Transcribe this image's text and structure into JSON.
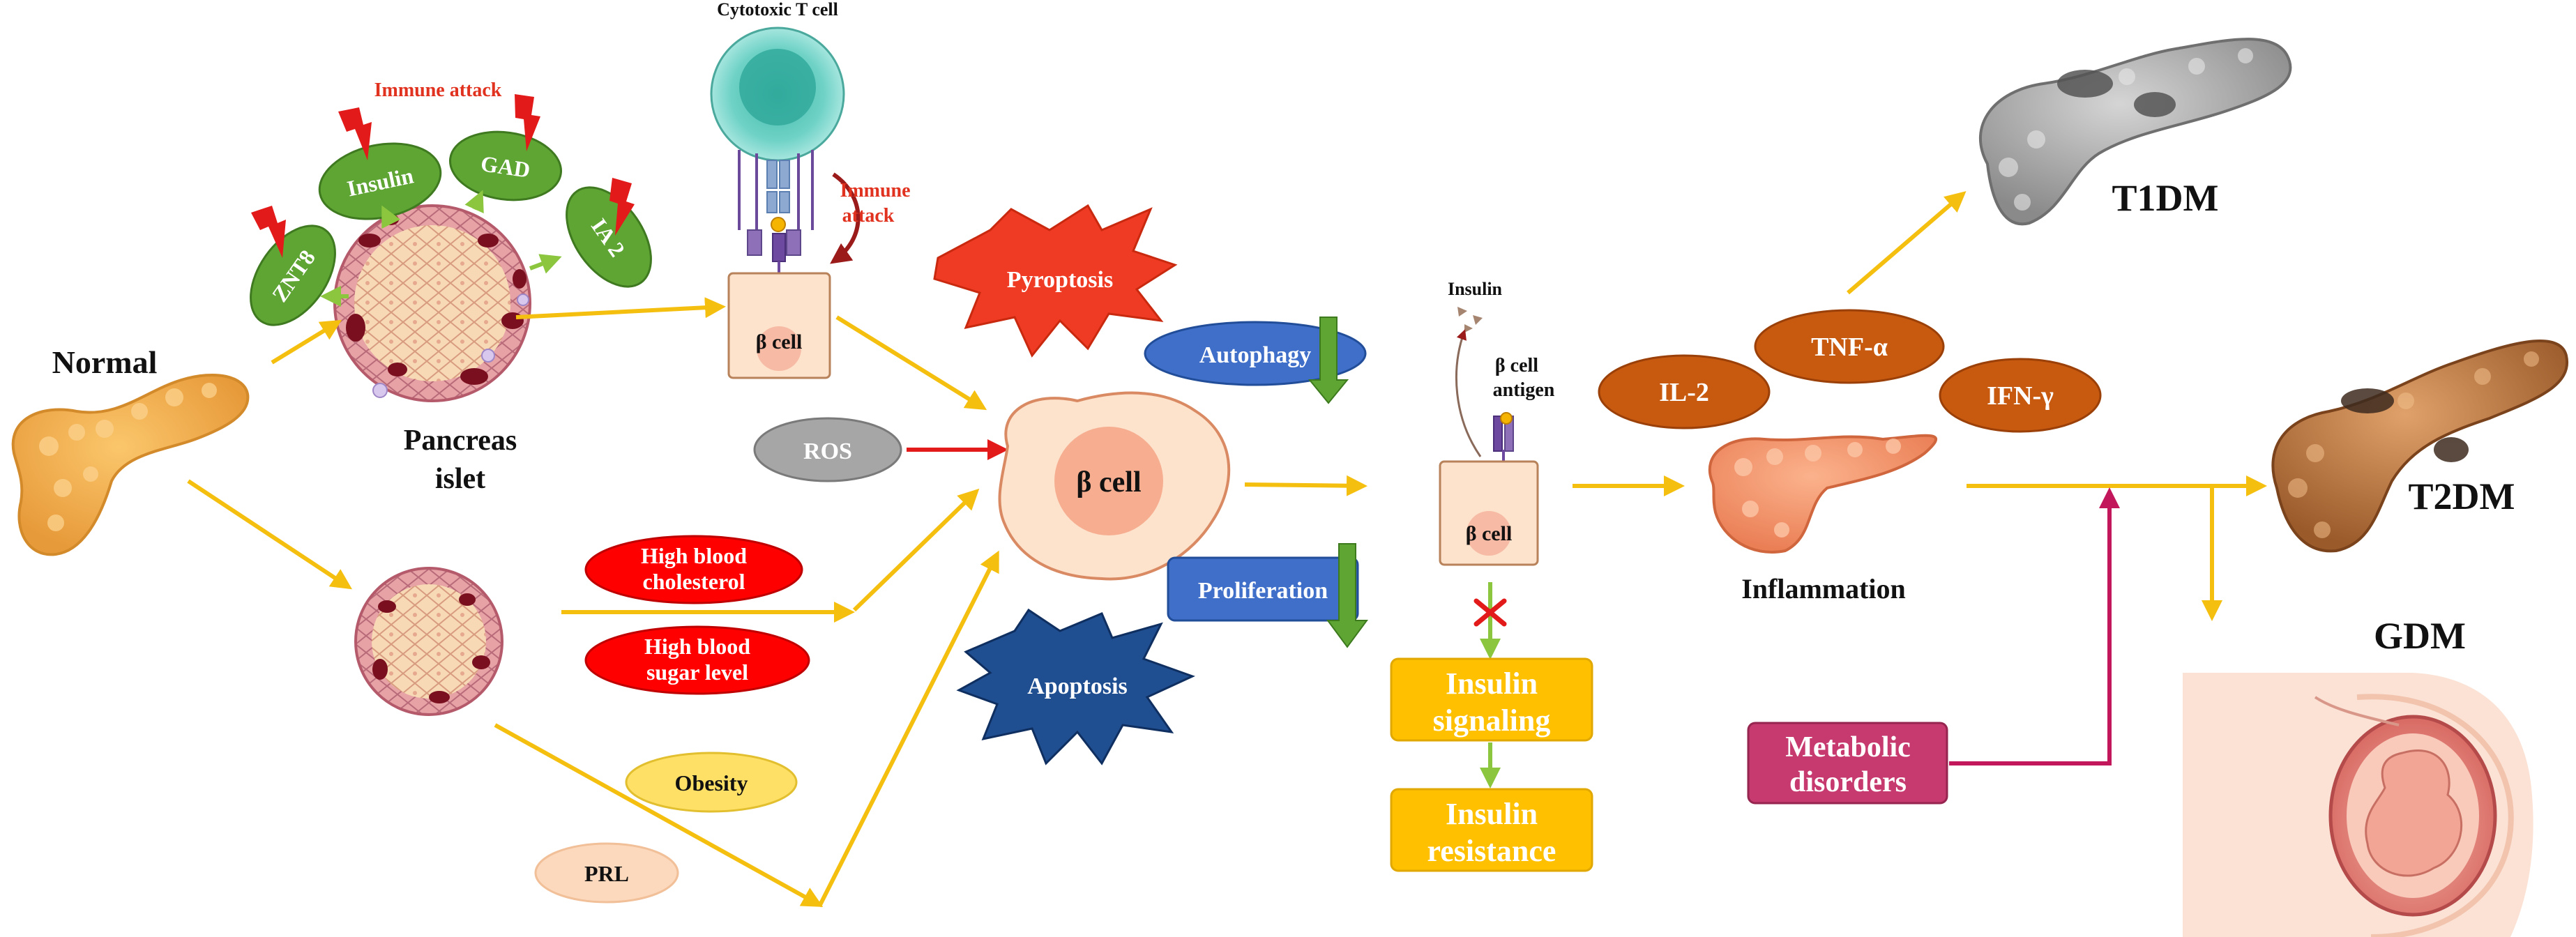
{
  "colors": {
    "arrow_yellow": "#f5bf0f",
    "arrow_red": "#e21a1a",
    "arrow_green": "#8cc63f",
    "arrow_darkred": "#9b1a1a",
    "arrow_magenta": "#c2185b",
    "antigen_green": "#5fa534",
    "pyroptosis_red": "#ef3b24",
    "apoptosis_navy": "#1f4e91",
    "autophagy_blue": "#3f6fc9",
    "risk_red": "#ff0000",
    "ros_gray": "#a6a6a6",
    "obesity_yellow": "#ffe066",
    "prl_peach": "#fcd9bd",
    "cytokine_orange": "#c85a10",
    "insulin_box_yellow": "#ffc000",
    "metabolic_magenta": "#c63a6f",
    "beta_cell_fill": "#fde2cc"
  },
  "labels": {
    "normal": "Normal",
    "pancreas_islet_line1": "Pancreas",
    "pancreas_islet_line2": "islet",
    "immune_attack_top": "Immune attack",
    "cytotoxic_t_cell": "Cytotoxic T cell",
    "immune_attack_side_line1": "Immune",
    "immune_attack_side_line2": "attack",
    "beta_cell": "β cell",
    "insulin_small": "Insulin",
    "beta_cell_antigen_line1": "β cell",
    "beta_cell_antigen_line2": "antigen",
    "inflammation": "Inflammation",
    "t1dm": "T1DM",
    "t2dm": "T2DM",
    "gdm": "GDM"
  },
  "antigens": [
    "ZNT8",
    "Insulin",
    "GAD",
    "IA 2"
  ],
  "stress_factors": {
    "pyroptosis": "Pyroptosis",
    "autophagy": "Autophagy",
    "ros": "ROS",
    "proliferation": "Proliferation",
    "apoptosis": "Apoptosis"
  },
  "risk_factors": {
    "cholesterol_line1": "High blood",
    "cholesterol_line2": "cholesterol",
    "sugar_line1": "High blood",
    "sugar_line2": "sugar level",
    "obesity": "Obesity",
    "prl": "PRL"
  },
  "cytokines": [
    "IL-2",
    "TNF-α",
    "IFN-γ"
  ],
  "insulin_boxes": {
    "signaling_line1": "Insulin",
    "signaling_line2": "signaling",
    "resistance_line1": "Insulin",
    "resistance_line2": "resistance"
  },
  "metabolic": {
    "line1": "Metabolic",
    "line2": "disorders"
  }
}
